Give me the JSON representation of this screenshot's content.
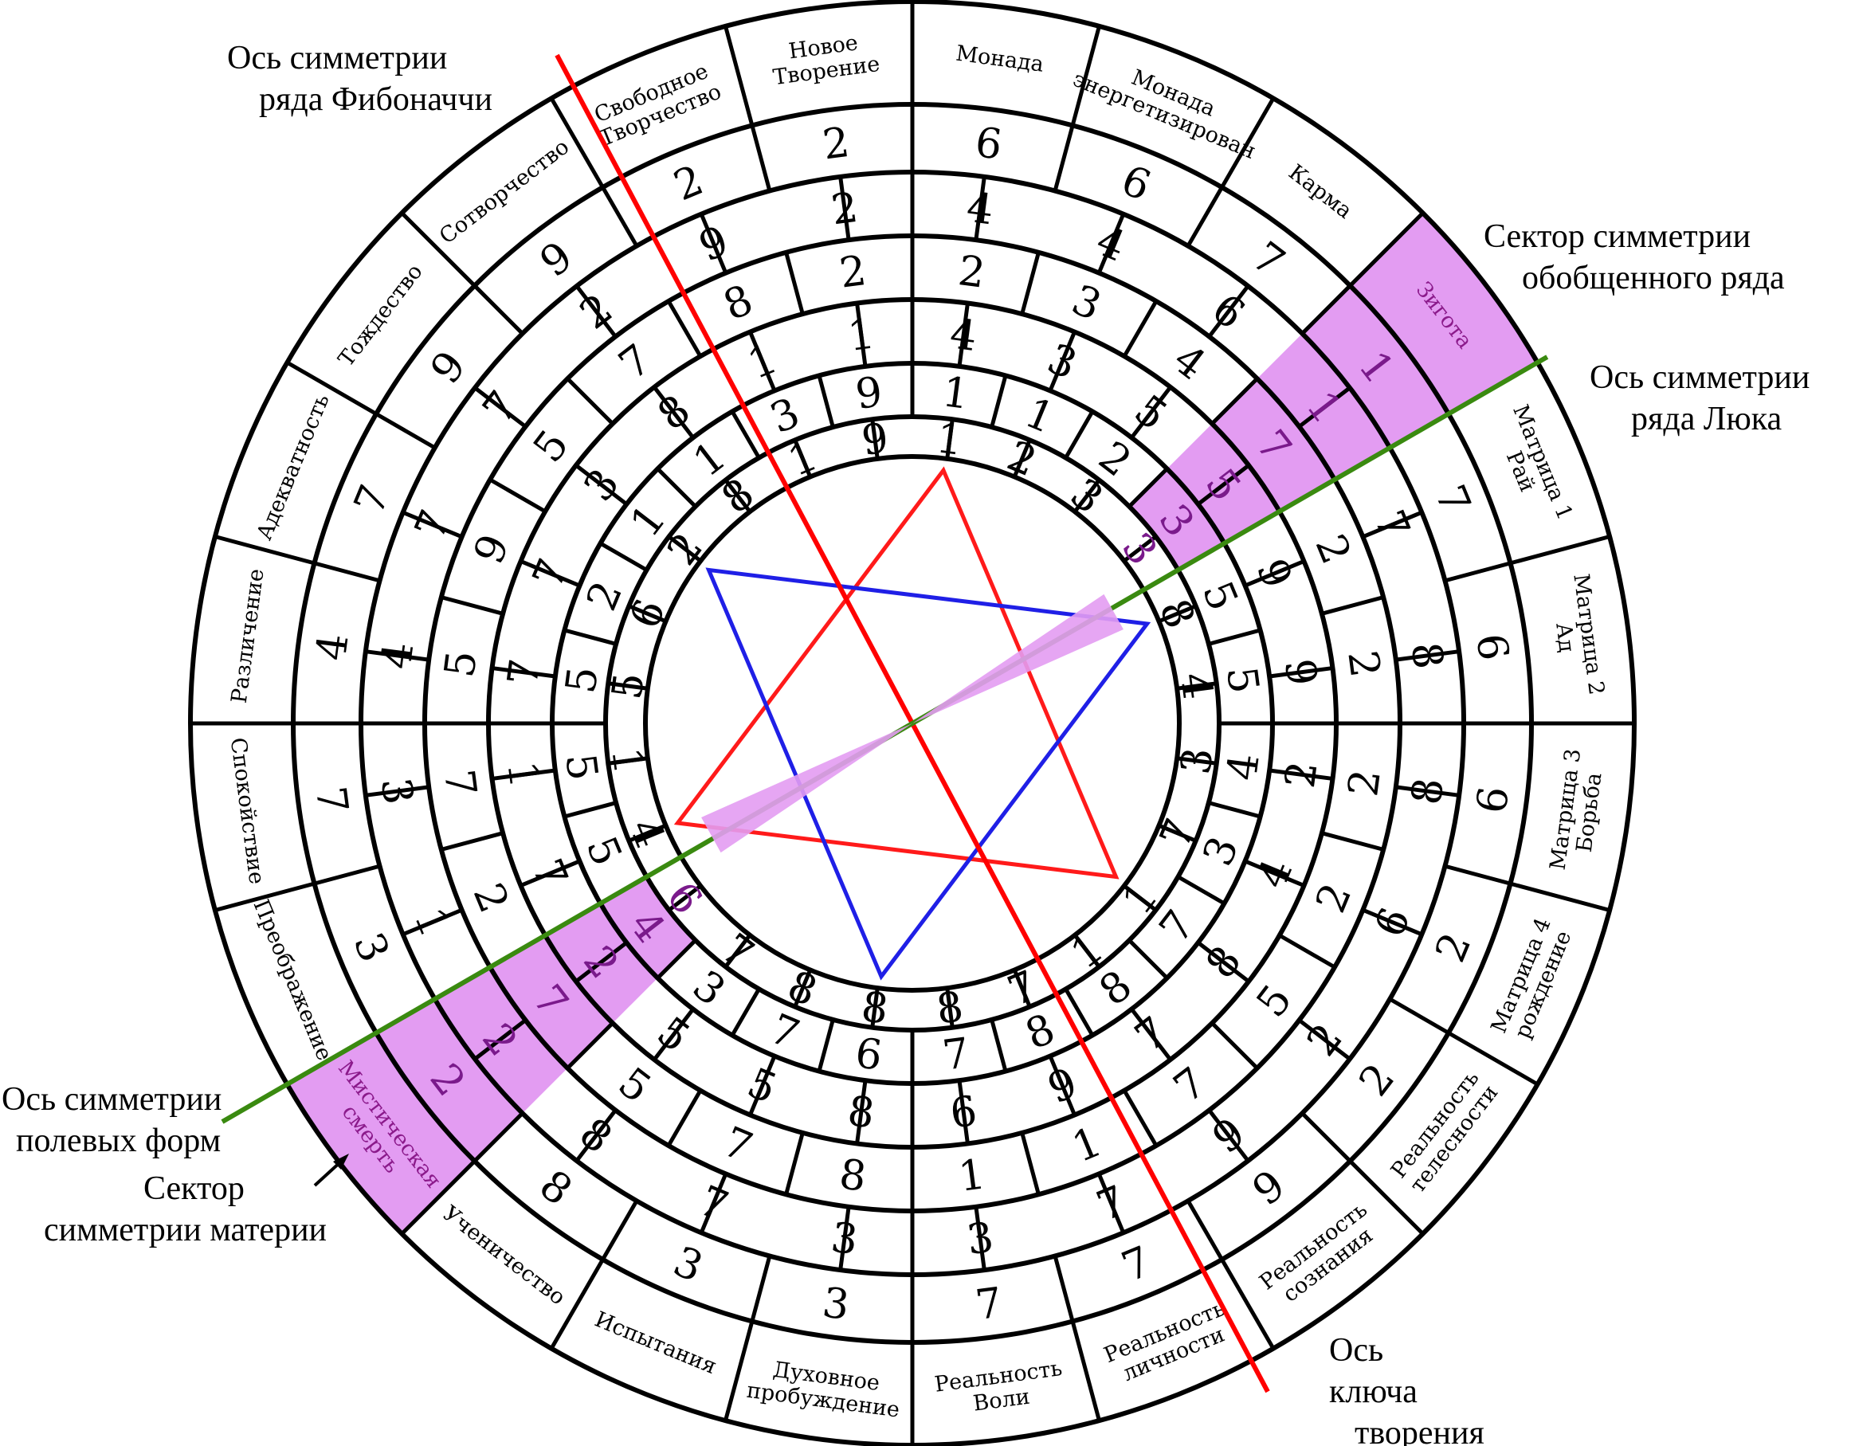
{
  "colors": {
    "background": "#ffffff",
    "rings": "#000000",
    "highlight_sector": "#e39cf2",
    "red_axis": "#ff0000",
    "green_axis": "#3a8a10",
    "blue_triangle": "#1f1fe6",
    "red_triangle": "#ff1a1a",
    "accent_text": "#8b1a8b"
  },
  "sectors": [
    {
      "label": "Монада"
    },
    {
      "label": "Монада энергетизирован"
    },
    {
      "label": "Карма"
    },
    {
      "label": "Зигота"
    },
    {
      "label": "Матрица 1 Рай"
    },
    {
      "label": "Матрица 2 Ад"
    },
    {
      "label": "Матрица 3 Борьба"
    },
    {
      "label": "Матрица 4 рождение"
    },
    {
      "label": "Реальность телесности"
    },
    {
      "label": "Реальность сознания"
    },
    {
      "label": "Реальность личности"
    },
    {
      "label": "Реальность Воли"
    },
    {
      "label": "Духовное пробуждение"
    },
    {
      "label": "Испытания"
    },
    {
      "label": "Ученичество"
    },
    {
      "label": "Мистическая смерть"
    },
    {
      "label": "Преображение"
    },
    {
      "label": "Спокойствие"
    },
    {
      "label": "Различение"
    },
    {
      "label": "Адекватность"
    },
    {
      "label": "Тождество"
    },
    {
      "label": "Сотворчество"
    },
    {
      "label": "Свободное Творчество"
    },
    {
      "label": "Новое Творение"
    }
  ],
  "rings": [
    [
      "6",
      "6",
      "7",
      "1",
      "7",
      "6",
      "6",
      "2",
      "2",
      "9",
      "7",
      "7",
      "3",
      "3",
      "8",
      "2",
      "3",
      "7",
      "4",
      "7",
      "9",
      "9",
      "2",
      "2"
    ],
    [
      "4",
      "4",
      "6",
      "1",
      "7",
      "8",
      "8",
      "6",
      "2",
      "9",
      "7",
      "3",
      "3",
      "7",
      "8",
      "2",
      "1",
      "3",
      "4",
      "7",
      "7",
      "2",
      "9",
      "2"
    ],
    [
      "2",
      "3",
      "4",
      "7",
      "2",
      "2",
      "2",
      "2",
      "5",
      "7",
      "1",
      "1",
      "8",
      "7",
      "5",
      "7",
      "2",
      "7",
      "5",
      "9",
      "5",
      "7",
      "8",
      "2"
    ],
    [
      "4",
      "3",
      "5",
      "5",
      "9",
      "9",
      "2",
      "4",
      "8",
      "7",
      "9",
      "6",
      "8",
      "5",
      "5",
      "2",
      "7",
      "1",
      "7",
      "7",
      "3",
      "8",
      "1",
      "1"
    ],
    [
      "1",
      "1",
      "2",
      "3",
      "5",
      "5",
      "4",
      "3",
      "7",
      "8",
      "8",
      "7",
      "6",
      "7",
      "3",
      "4",
      "5",
      "5",
      "5",
      "2",
      "1",
      "1",
      "3",
      "9"
    ],
    [
      "1",
      "2",
      "3",
      "3",
      "8",
      "4",
      "3",
      "7",
      "1",
      "1",
      "7",
      "8",
      "8",
      "8",
      "7",
      "6",
      "4",
      "1",
      "5",
      "6",
      "2",
      "8",
      "1",
      "9"
    ]
  ],
  "annotations": {
    "fibonacci_axis": "Ось симметрии ряда Фибоначчи",
    "general_sector": "Сектор симметрии обобщенного ряда",
    "lucas_axis": "Ось симметрии ряда Люка",
    "field_forms_axis": "Ось симметрии полевых форм",
    "matter_sector": "Сектор симметрии материи",
    "creation_key_axis": "Ось ключа творения"
  }
}
